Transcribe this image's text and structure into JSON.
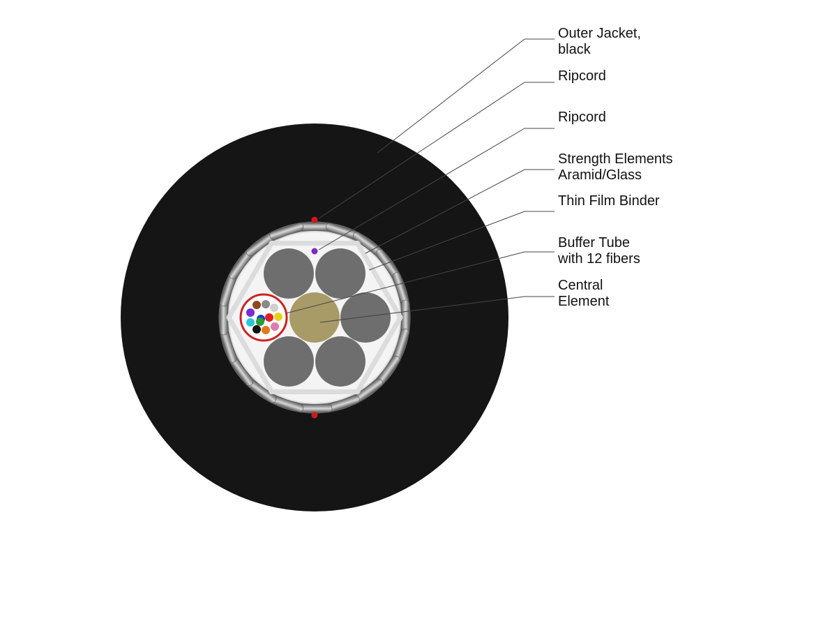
{
  "labels": {
    "outer_jacket": {
      "line1": "Outer Jacket,",
      "line2": "black"
    },
    "ripcord_1": {
      "line1": "Ripcord"
    },
    "ripcord_2": {
      "line1": "Ripcord"
    },
    "strength_elements": {
      "line1": "Strength Elements",
      "line2": "Aramid/Glass"
    },
    "binder": {
      "line1": "Thin Film Binder"
    },
    "buffer_tube": {
      "line1": "Buffer Tube",
      "line2": "with 12 fibers"
    },
    "central_element": {
      "line1": "Central",
      "line2": "Element"
    }
  },
  "colors": {
    "outer_jacket": "#151515",
    "armor_rods": "#8c8c8c",
    "inner_area": "#f4f4f4",
    "filler": "#6e6e6e",
    "central_element": "#a89b68",
    "ripcord_outer": "#cc1a1a",
    "ripcord_inner": "#7b2bbf",
    "buffer_tube_ring": "#cc2222",
    "leader_line": "#444444"
  },
  "fiber_colors": [
    "#1a3fd6",
    "#e07a1f",
    "#2a9d3a",
    "#8b4a1e",
    "#8a8a8a",
    "#d0d0d0",
    "#e02020",
    "#111111",
    "#e6d21a",
    "#7a2ad0",
    "#e07ab0",
    "#27c7d6"
  ]
}
